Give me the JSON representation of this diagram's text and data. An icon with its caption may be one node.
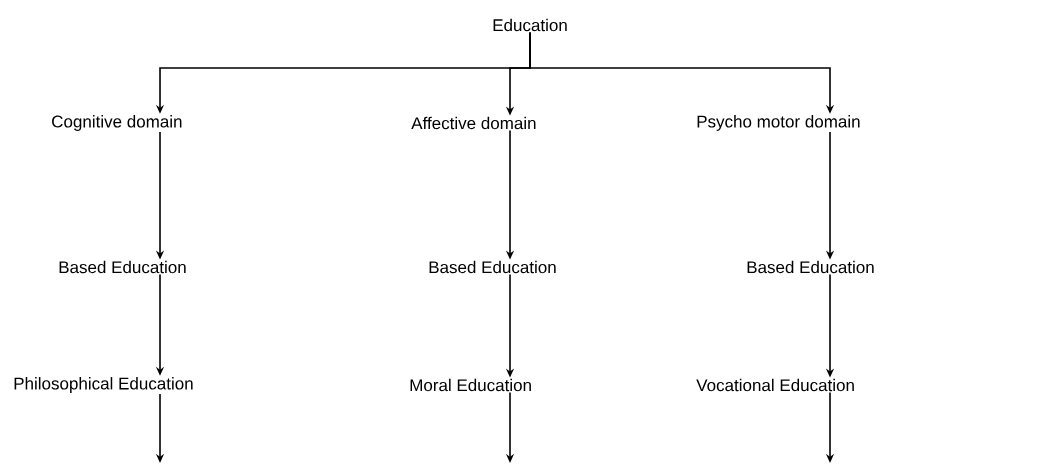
{
  "diagram": {
    "nodes": [
      {
        "text": [
          "Education"
        ]
      },
      {
        "text": [
          "Cognitive domain"
        ]
      },
      {
        "text": [
          "Affective domain"
        ]
      },
      {
        "text": [
          "Psycho motor domain"
        ]
      },
      {
        "text": [
          "Based Education"
        ]
      },
      {
        "text": [
          "Based Education"
        ]
      },
      {
        "text": [
          "Based Education"
        ]
      },
      {
        "text": [
          "Philosophical Education"
        ]
      },
      {
        "text": [
          "Moral Education"
        ]
      },
      {
        "text": [
          "Vocational Education"
        ]
      }
    ],
    "edges": [
      {
        "from": 0,
        "to": 1,
        "arrow": "to"
      },
      {
        "from": 0,
        "to": 2,
        "arrow": "to"
      },
      {
        "from": 0,
        "to": 3,
        "arrow": "to"
      },
      {
        "from": 1,
        "to": 4,
        "arrow": "to"
      },
      {
        "from": 2,
        "to": 5,
        "arrow": "to"
      },
      {
        "from": 3,
        "to": 6,
        "arrow": "to"
      },
      {
        "from": 4,
        "to": 7,
        "arrow": "to"
      },
      {
        "from": 5,
        "to": 8,
        "arrow": "to"
      },
      {
        "from": 6,
        "to": 9,
        "arrow": "to"
      },
      {
        "from": 7,
        "to": null,
        "arrow": "to"
      },
      {
        "from": 8,
        "to": null,
        "arrow": "to"
      },
      {
        "from": 9,
        "to": null,
        "arrow": "to"
      }
    ]
  }
}
